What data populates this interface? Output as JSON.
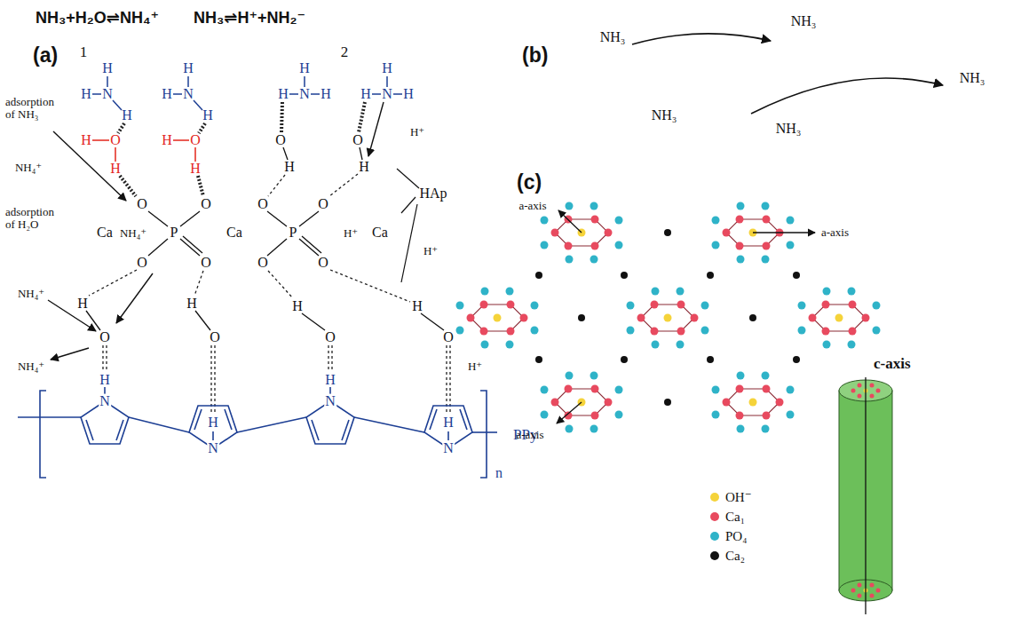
{
  "diagram": {
    "nodes": [
      {
        "text": [
          "1"
        ]
      },
      {
        "text": [
          "2"
        ]
      },
      {
        "text": [
          "NH₄⁺"
        ]
      },
      {
        "text": [
          "O",
          "H",
          "O",
          "H"
        ]
      },
      {
        "text": [
          "H⁺"
        ]
      },
      {
        "text": [
          "O",
          "O",
          "O",
          "O",
          "Ca",
          "P",
          "Ca",
          "P",
          "Ca",
          "O",
          "O",
          "O",
          "O"
        ]
      },
      {
        "text": [
          "NH₄⁺"
        ],
        "in": 5
      },
      {
        "text": [
          "H⁺"
        ],
        "in": 5
      },
      {
        "text": [
          "H⁺"
        ]
      },
      {
        "text": [
          "H",
          "H",
          "H",
          "H",
          "O",
          "O",
          "O",
          "O"
        ]
      },
      {
        "text": [
          "NH₄⁺"
        ]
      },
      {
        "text": [
          "NH₄⁺"
        ]
      },
      {
        "text": [
          "H⁺"
        ]
      },
      {
        "text": [
          "NH₃"
        ]
      },
      {
        "text": [
          "NH₃"
        ],
        "in": 13
      }
    ],
    "labels": [
      "NH₃+H₂O⇌NH₄⁺",
      "NH₃⇌H⁺+NH₂⁻",
      "(a)",
      "adsorption of NH₃",
      "adsorption of H₂O",
      "H",
      "H",
      "N",
      "H",
      "H",
      "O",
      "H",
      "H",
      "H",
      "N",
      "H",
      "H",
      "O",
      "H",
      "H",
      "H",
      "N",
      "H",
      "H",
      "H",
      "N",
      "H",
      "HAp",
      "H",
      "N",
      "H",
      "N",
      "H",
      "N",
      "H",
      "N",
      "n",
      "PPy",
      "(b)",
      "NH₃",
      "NH₃",
      "NH₃",
      "(c)",
      "a-axis",
      "a-axis",
      "a-axis",
      "c-axis"
    ],
    "legend": [
      {
        "text": "OH⁻",
        "color": "#f5d33a"
      },
      {
        "text": "Ca₁",
        "color": "#e84a5f"
      },
      {
        "text": "PO₄",
        "color": "#2fb3c8"
      },
      {
        "text": "Ca₂",
        "color": "#111111"
      }
    ]
  }
}
